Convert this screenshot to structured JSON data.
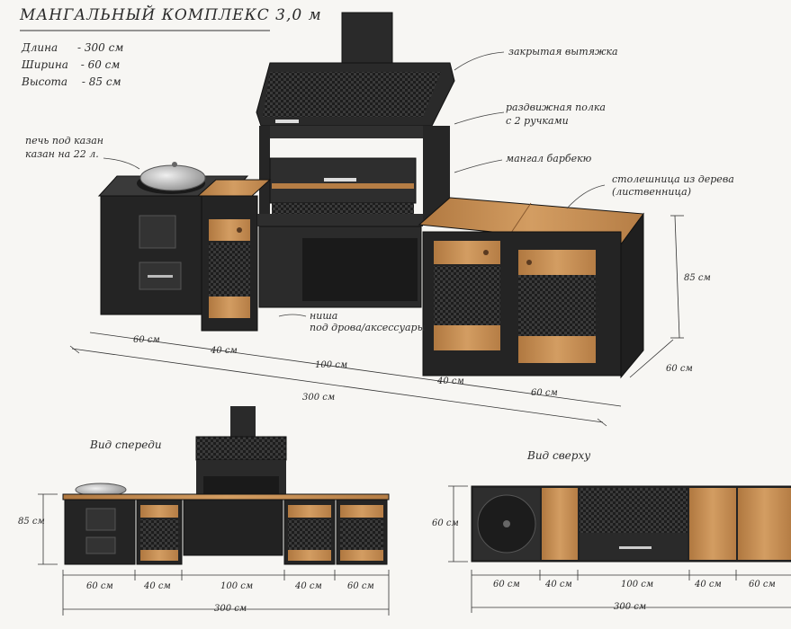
{
  "title": "МАНГАЛЬНЫЙ КОМПЛЕКС 3,0 м",
  "specs": [
    {
      "label": "Длина",
      "value": "- 300 см"
    },
    {
      "label": "Ширина",
      "value": "- 60 см"
    },
    {
      "label": "Высота",
      "value": "- 85 см"
    }
  ],
  "annotations": {
    "hood": "закрытая вытяжка",
    "shelf_1": "раздвижная полка",
    "shelf_2": "с 2 ручками",
    "grill": "мангал барбекю",
    "top_1": "столешница из дерева",
    "top_2": "(лиственница)",
    "stove_1": "печь под казан",
    "stove_2": "казан на 22 л.",
    "niche_1": "ниша",
    "niche_2": "под дрова/аксессуары"
  },
  "views": {
    "front": "Вид спереди",
    "top": "Вид сверху"
  },
  "dims": {
    "d60": "60 см",
    "d40": "40 см",
    "d100": "100 см",
    "d300": "300 см",
    "d85": "85 см"
  },
  "colors": {
    "metal": "#262626",
    "wood": "#c08a52",
    "line": "#333333"
  }
}
